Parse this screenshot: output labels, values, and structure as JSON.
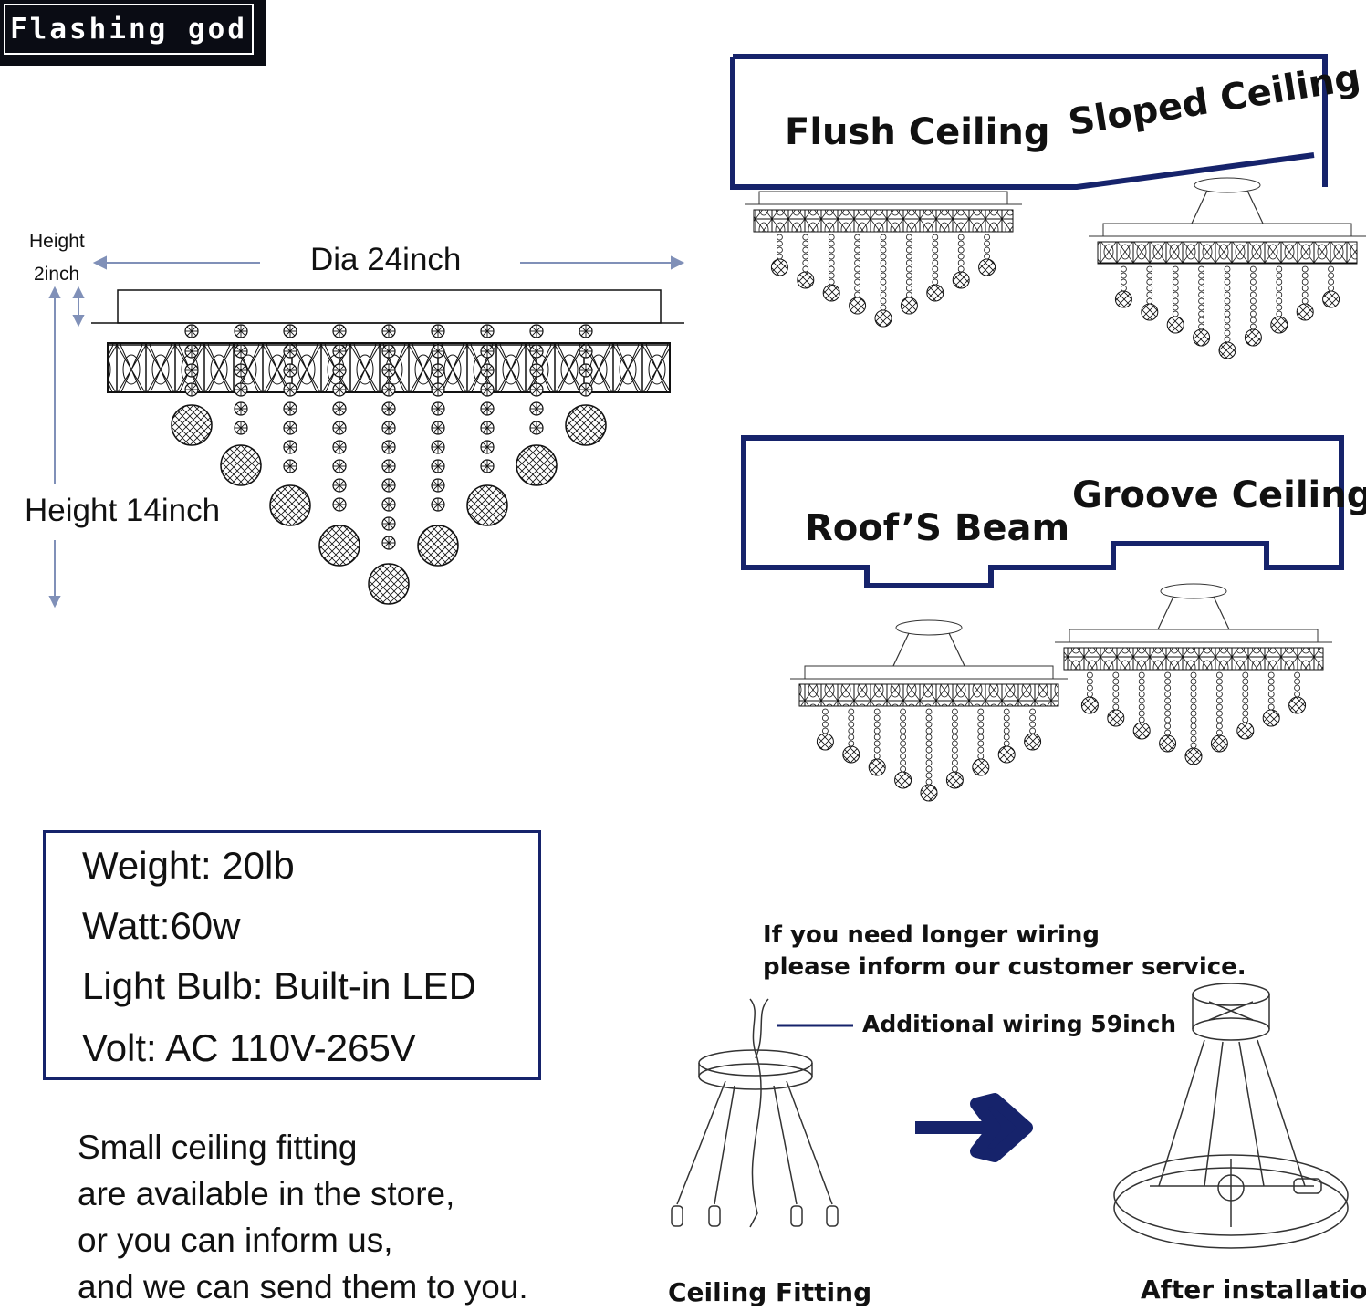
{
  "brand": {
    "logo_text": "Flashing god"
  },
  "dimensions": {
    "height_top_line1": "Height",
    "height_top_line2": "2inch",
    "diameter": "Dia 24inch",
    "height_total": "Height 14inch"
  },
  "ceiling_types": {
    "flush": "Flush Ceiling",
    "sloped": "Sloped Ceiling",
    "roof_beam": "Roof’S Beam",
    "groove": "Groove Ceiling"
  },
  "specs": {
    "weight": "Weight: 20lb",
    "watt": "Watt:60w",
    "bulb": "Light Bulb: Built-in LED",
    "volt": "Volt: AC 110V-265V"
  },
  "note": {
    "line1": "Small ceiling fitting",
    "line2": "are available in the store,",
    "line3": "or you can inform us,",
    "line4": "and we can send them to you."
  },
  "wiring": {
    "line1": "If you need longer wiring",
    "line2": "please inform our customer service.",
    "additional": "Additional wiring 59inch",
    "caption_left": "Ceiling Fitting",
    "caption_right": "After installation"
  },
  "colors": {
    "navy": "#16236b",
    "arrow_blue": "#8090b8",
    "black": "#111111"
  }
}
